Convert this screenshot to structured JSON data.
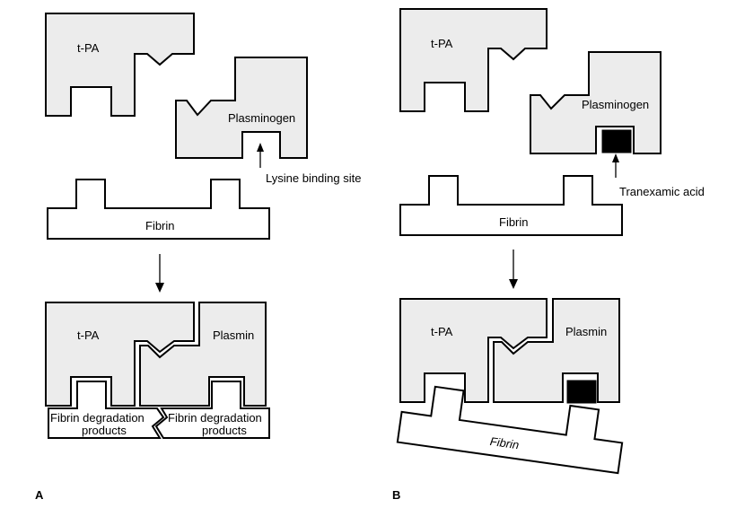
{
  "panel_a": {
    "letter": "A",
    "tpa_top": "t-PA",
    "plasminogen": "Plasminogen",
    "lysine_site": "Lysine binding site",
    "fibrin": "Fibrin",
    "tpa_bottom": "t-PA",
    "plasmin": "Plasmin",
    "fdp_left_line1": "Fibrin degradation",
    "fdp_left_line2": "products",
    "fdp_right_line1": "Fibrin degradation",
    "fdp_right_line2": "products"
  },
  "panel_b": {
    "letter": "B",
    "tpa_top": "t-PA",
    "plasminogen": "Plasminogen",
    "tranexamic": "Tranexamic acid",
    "fibrin": "Fibrin",
    "tpa_bottom": "t-PA",
    "plasmin": "Plasmin",
    "fibrin_tilted": "Fibrin"
  }
}
